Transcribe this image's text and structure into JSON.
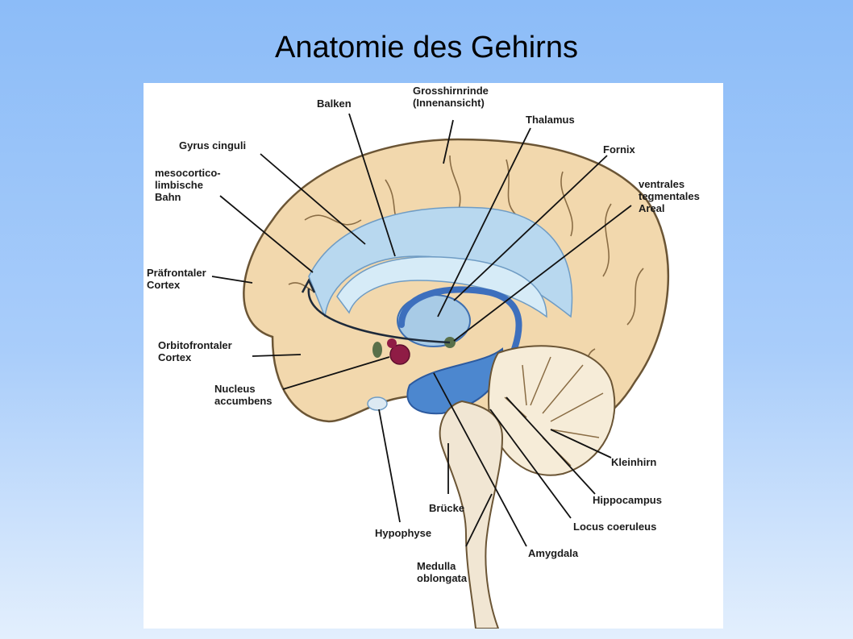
{
  "title": "Anatomie des Gehirns",
  "labels": {
    "grosshirnrinde": "Grosshirnrinde\n(Innenansicht)",
    "balken": "Balken",
    "thalamus": "Thalamus",
    "gyrus_cinguli": "Gyrus cinguli",
    "fornix": "Fornix",
    "mesocortico": "mesocortico-\nlimbische\nBahn",
    "vta": "ventrales\ntegmentales\nAreal",
    "praefrontaler": "Präfrontaler\nCortex",
    "orbitofrontaler": "Orbitofrontaler\nCortex",
    "nucleus_accumbens": "Nucleus\naccumbens",
    "kleinhirn": "Kleinhirn",
    "hippocampus": "Hippocampus",
    "bruecke": "Brücke",
    "locus_coeruleus": "Locus coeruleus",
    "hypophyse": "Hypophyse",
    "amygdala": "Amygdala",
    "medulla": "Medulla\noblongata"
  },
  "colors": {
    "cortex": "#f2d8ad",
    "cortex_outline": "#6b5535",
    "limbic_light": "#b8d8ef",
    "limbic_dark": "#4c87cf",
    "cerebellum": "#f6ecd8",
    "nucleus": "#8f1c45",
    "node": "#59704a"
  }
}
